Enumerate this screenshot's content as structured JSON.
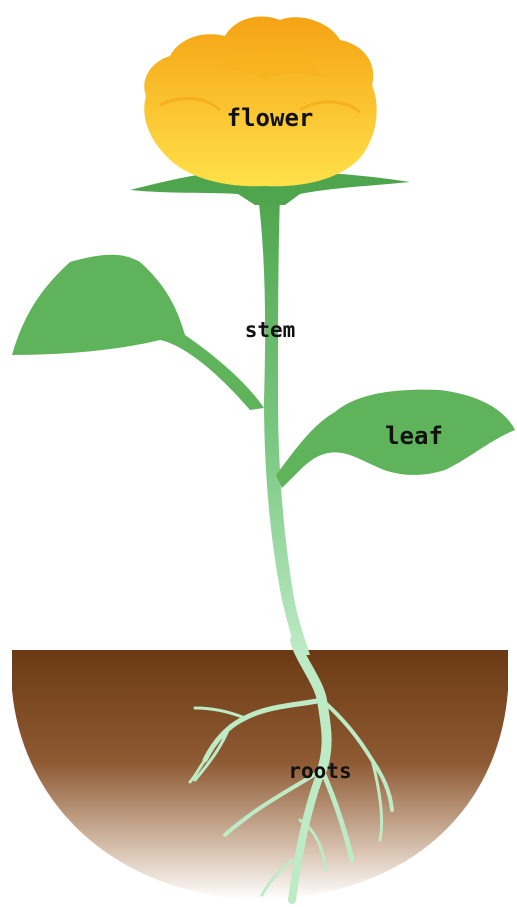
{
  "labels": {
    "flower": "flower",
    "stem": "stem",
    "leaf": "leaf",
    "roots": "roots"
  },
  "colors": {
    "petal_light": "#FFE14A",
    "petal_dark": "#F5A313",
    "leaf_green": "#5FB35B",
    "stem_green": "#4FA54D",
    "root_color": "#BDEBC6",
    "soil_top": "#6B3A14",
    "soil_bottom": "#FFFFFF"
  }
}
